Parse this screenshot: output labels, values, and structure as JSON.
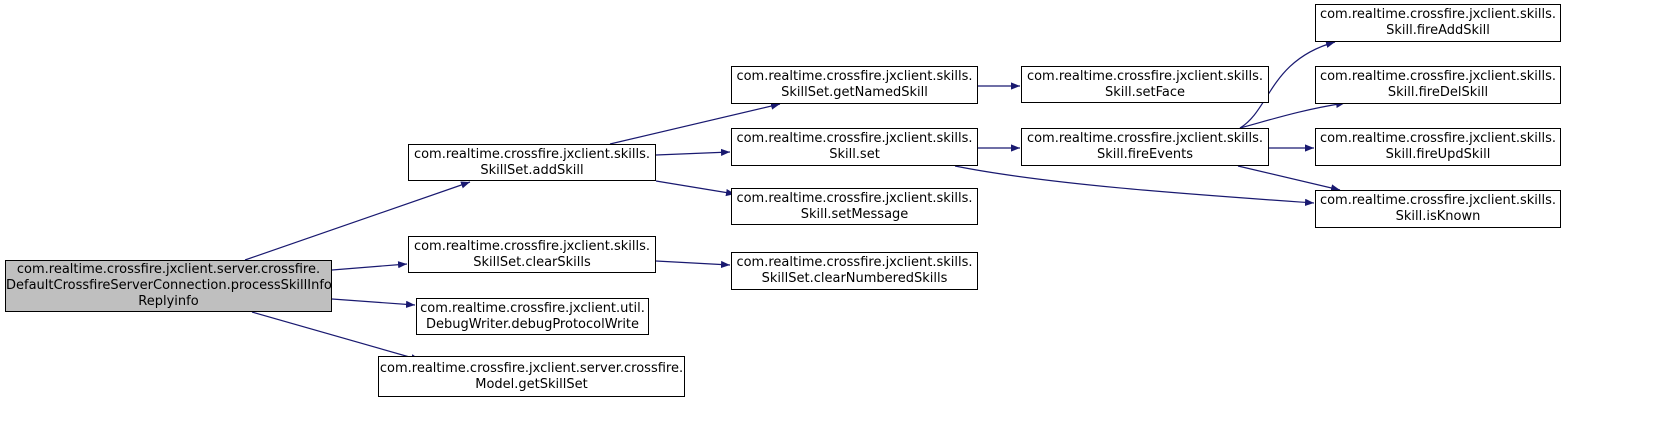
{
  "colors": {
    "edge": "#191970",
    "root_fill": "#bfbfbf",
    "node_fill": "#ffffff",
    "border": "#000000"
  },
  "nodes": {
    "root": {
      "lines": [
        "com.realtime.crossfire.jxclient.server.crossfire.",
        "DefaultCrossfireServerConnection.processSkillInfo",
        "Replyinfo"
      ]
    },
    "addSkill": {
      "lines": [
        "com.realtime.crossfire.jxclient.skills.",
        "SkillSet.addSkill"
      ]
    },
    "clearSkills": {
      "lines": [
        "com.realtime.crossfire.jxclient.skills.",
        "SkillSet.clearSkills"
      ]
    },
    "debugWrite": {
      "lines": [
        "com.realtime.crossfire.jxclient.util.",
        "DebugWriter.debugProtocolWrite"
      ]
    },
    "getSkillSet": {
      "lines": [
        "com.realtime.crossfire.jxclient.server.crossfire.",
        "Model.getSkillSet"
      ]
    },
    "getNamedSkill": {
      "lines": [
        "com.realtime.crossfire.jxclient.skills.",
        "SkillSet.getNamedSkill"
      ]
    },
    "skillSet": {
      "lines": [
        "com.realtime.crossfire.jxclient.skills.",
        "Skill.set"
      ]
    },
    "setMessage": {
      "lines": [
        "com.realtime.crossfire.jxclient.skills.",
        "Skill.setMessage"
      ]
    },
    "clearNumbered": {
      "lines": [
        "com.realtime.crossfire.jxclient.skills.",
        "SkillSet.clearNumberedSkills"
      ]
    },
    "setFace": {
      "lines": [
        "com.realtime.crossfire.jxclient.skills.",
        "Skill.setFace"
      ]
    },
    "fireEvents": {
      "lines": [
        "com.realtime.crossfire.jxclient.skills.",
        "Skill.fireEvents"
      ]
    },
    "fireAdd": {
      "lines": [
        "com.realtime.crossfire.jxclient.skills.",
        "Skill.fireAddSkill"
      ]
    },
    "fireDel": {
      "lines": [
        "com.realtime.crossfire.jxclient.skills.",
        "Skill.fireDelSkill"
      ]
    },
    "fireUpd": {
      "lines": [
        "com.realtime.crossfire.jxclient.skills.",
        "Skill.fireUpdSkill"
      ]
    },
    "isKnown": {
      "lines": [
        "com.realtime.crossfire.jxclient.skills.",
        "Skill.isKnown"
      ]
    }
  },
  "edges": [
    [
      "root",
      "addSkill"
    ],
    [
      "root",
      "clearSkills"
    ],
    [
      "root",
      "debugWrite"
    ],
    [
      "root",
      "getSkillSet"
    ],
    [
      "addSkill",
      "getNamedSkill"
    ],
    [
      "addSkill",
      "skillSet"
    ],
    [
      "addSkill",
      "setMessage"
    ],
    [
      "clearSkills",
      "clearNumbered"
    ],
    [
      "getNamedSkill",
      "setFace"
    ],
    [
      "skillSet",
      "fireEvents"
    ],
    [
      "skillSet",
      "isKnown"
    ],
    [
      "fireEvents",
      "fireAdd"
    ],
    [
      "fireEvents",
      "fireDel"
    ],
    [
      "fireEvents",
      "fireUpd"
    ],
    [
      "fireEvents",
      "isKnown"
    ]
  ]
}
